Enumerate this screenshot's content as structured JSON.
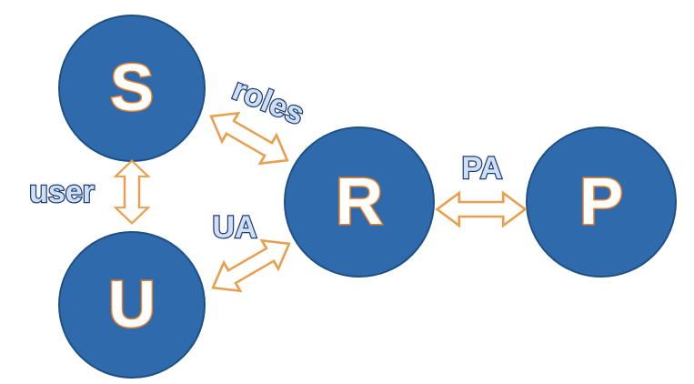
{
  "nodes": [
    {
      "id": "S",
      "label": "S"
    },
    {
      "id": "U",
      "label": "U"
    },
    {
      "id": "R",
      "label": "R"
    },
    {
      "id": "P",
      "label": "P"
    }
  ],
  "edges": [
    {
      "from": "S",
      "to": "U",
      "label": "user"
    },
    {
      "from": "S",
      "to": "R",
      "label": "roles"
    },
    {
      "from": "U",
      "to": "R",
      "label": "UA"
    },
    {
      "from": "R",
      "to": "P",
      "label": "PA"
    }
  ],
  "colors": {
    "node_fill": "#2f6bac",
    "letter_outline": "#e8822a",
    "arrow_outline": "#e8a050",
    "label_outline": "#1f3d78"
  }
}
